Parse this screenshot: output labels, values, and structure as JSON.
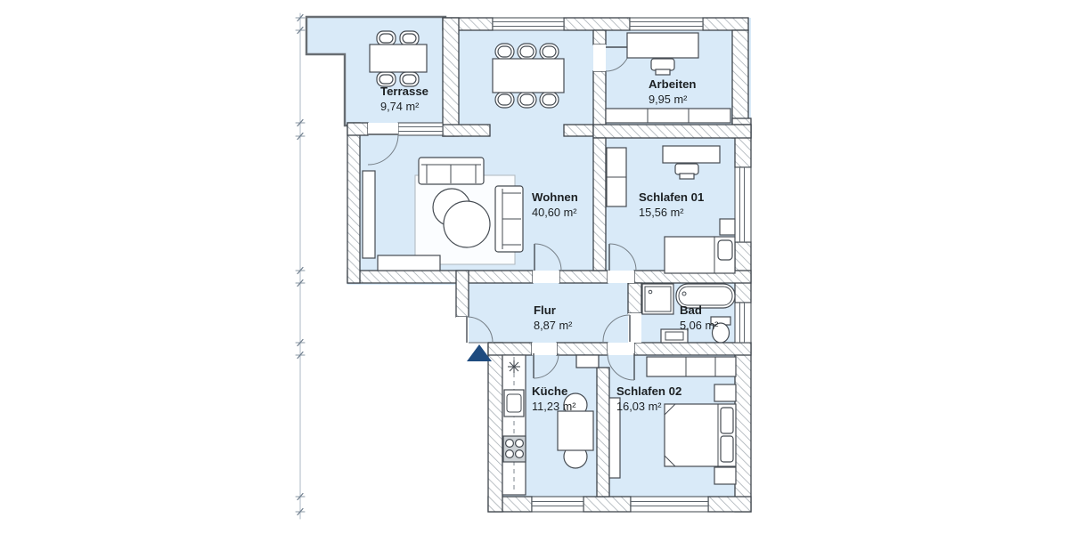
{
  "floorplan": {
    "rooms": {
      "terrasse": {
        "name": "Terrasse",
        "area": "9,74 m²"
      },
      "wohnen": {
        "name": "Wohnen",
        "area": "40,60 m²"
      },
      "arbeiten": {
        "name": "Arbeiten",
        "area": "9,95 m²"
      },
      "schlafen01": {
        "name": "Schlafen 01",
        "area": "15,56 m²"
      },
      "flur": {
        "name": "Flur",
        "area": "8,87 m²"
      },
      "bad": {
        "name": "Bad",
        "area": "5,06 m²"
      },
      "kueche": {
        "name": "Küche",
        "area": "11,23 m²"
      },
      "schlafen02": {
        "name": "Schlafen 02",
        "area": "16,03 m²"
      }
    },
    "colors": {
      "room_fill": "#d9eaf8",
      "wall_hatch": "#a3abb2",
      "outline": "#3e444b",
      "entrance_arrow": "#1e4b7f"
    }
  }
}
